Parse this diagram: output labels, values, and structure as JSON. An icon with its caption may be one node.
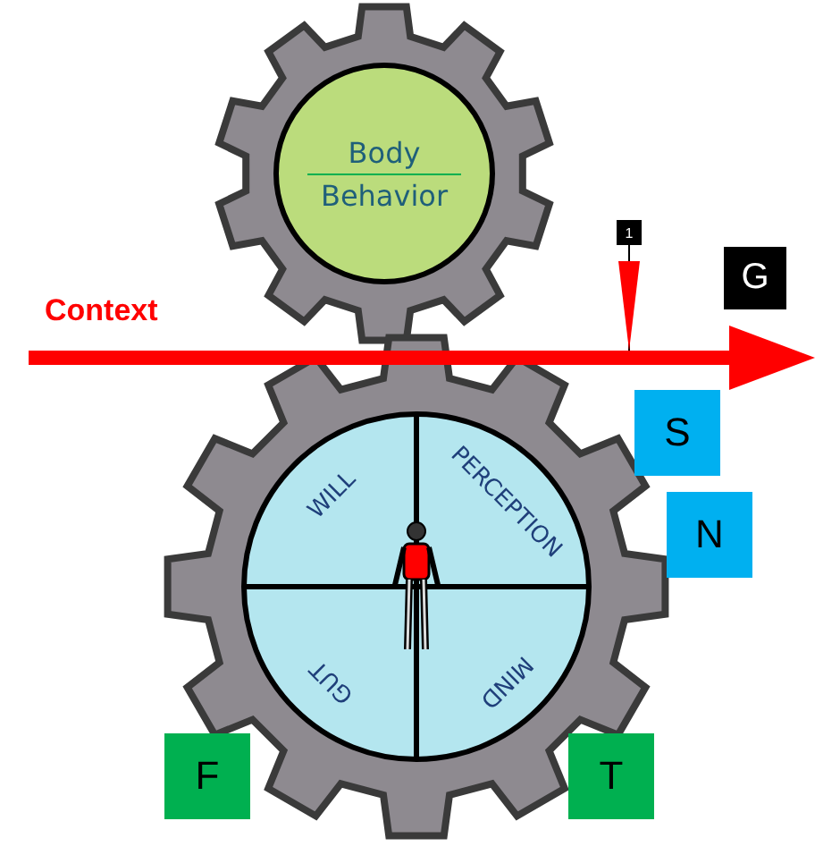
{
  "diagram": {
    "nodes": [
      {
        "text": [
          "Body",
          "Behavior"
        ]
      },
      {
        "text": [
          "1"
        ]
      },
      {
        "text": [
          "G"
        ]
      },
      {
        "text": [
          "S"
        ]
      },
      {
        "text": [
          "N"
        ]
      },
      {
        "text": [
          "WILL",
          "PERCEPTION",
          "GUT",
          "MIND"
        ]
      },
      {
        "text": [
          "F"
        ]
      },
      {
        "text": [
          "T"
        ]
      },
      {
        "text": [
          "Context"
        ]
      }
    ],
    "edges": [
      {
        "from": 1,
        "to": 8,
        "arrow": "to"
      }
    ]
  }
}
